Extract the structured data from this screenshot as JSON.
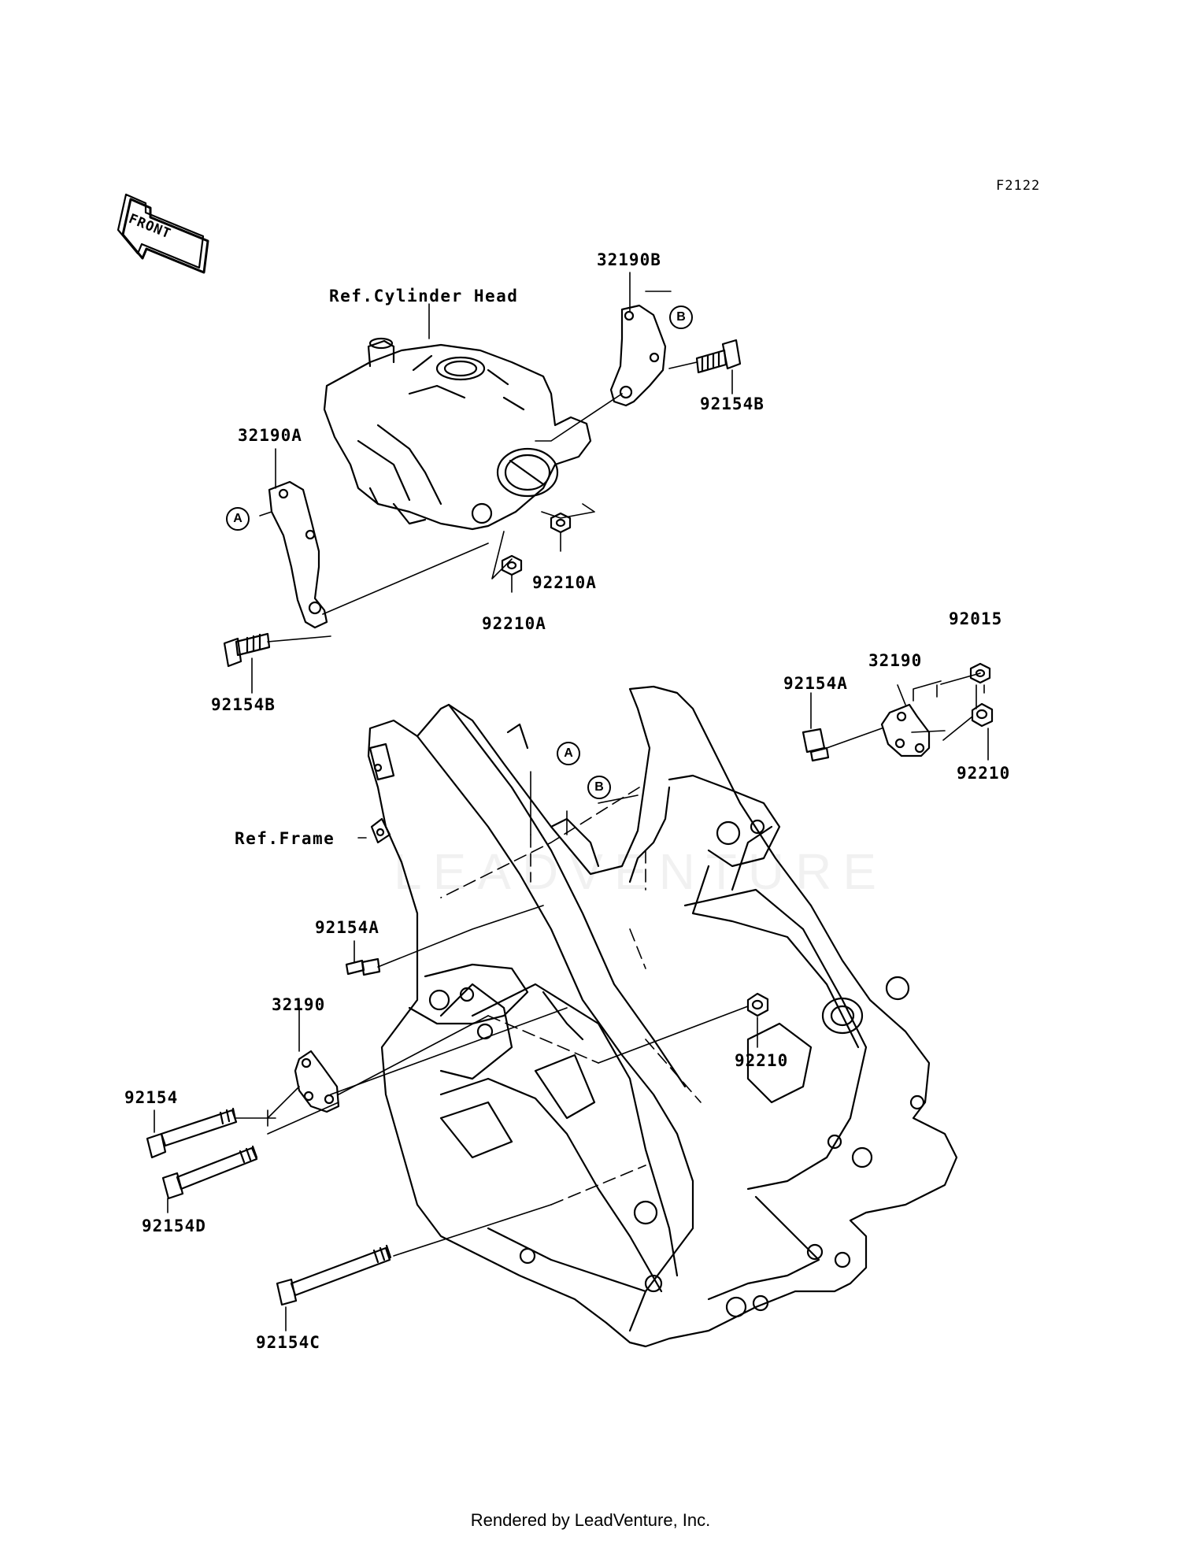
{
  "diagram_code": "F2122",
  "front_indicator": "FRONT",
  "references": {
    "cylinder_head": "Ref.Cylinder Head",
    "frame": "Ref.Frame"
  },
  "callouts": {
    "a": "A",
    "b": "B"
  },
  "parts": {
    "bracket_32190B": "32190B",
    "bracket_32190A": "32190A",
    "bolt_92154B_top": "92154B",
    "bolt_92154B_left": "92154B",
    "nut_92210A_right": "92210A",
    "nut_92210A_left": "92210A",
    "nut_92015": "92015",
    "bracket_32190_right": "32190",
    "bolt_92154A_right": "92154A",
    "nut_92210_right": "92210",
    "bolt_92154A_left": "92154A",
    "bracket_32190_left": "32190",
    "nut_92210_center": "92210",
    "bolt_92154": "92154",
    "bolt_92154D": "92154D",
    "bolt_92154C": "92154C"
  },
  "watermark": "LEADVENTURE",
  "footer": "Rendered by LeadVenture, Inc."
}
